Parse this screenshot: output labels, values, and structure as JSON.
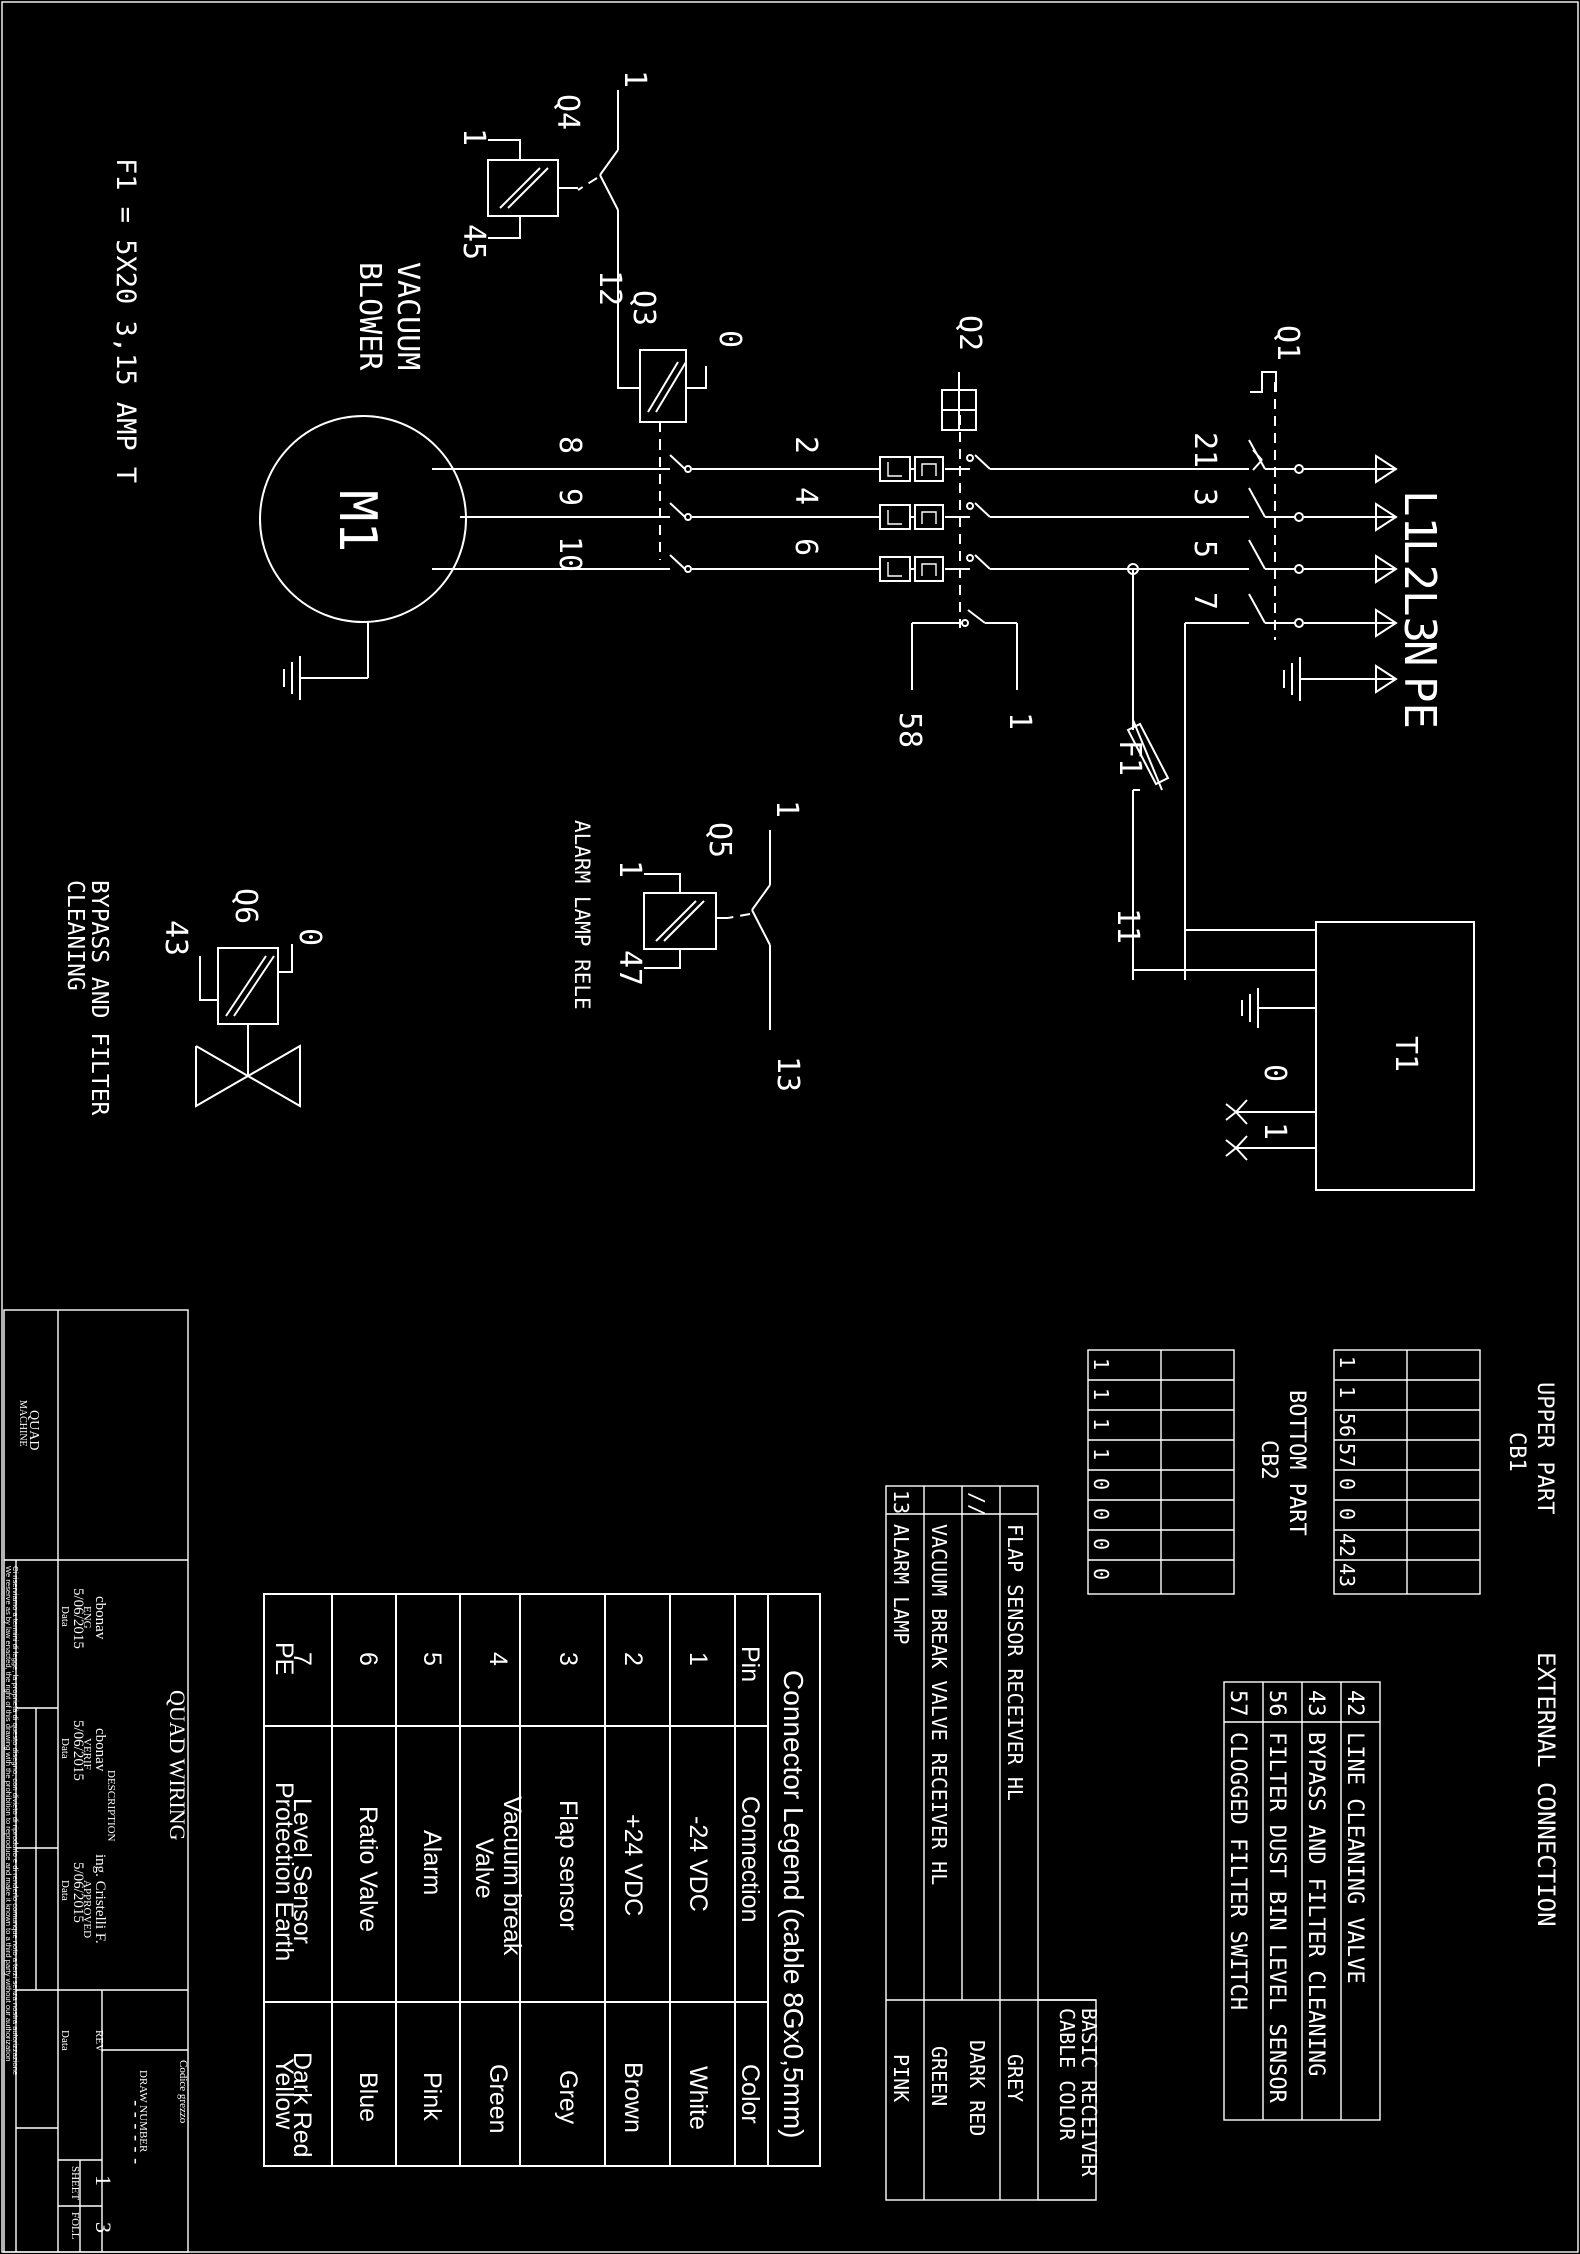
{
  "schematic": {
    "supply_terminals": [
      "L1",
      "L2",
      "L3",
      "N",
      "PE"
    ],
    "line_wires": [
      "21",
      "3",
      "5",
      "7"
    ],
    "breakers": {
      "q1": "Q1",
      "q2": "Q2",
      "q3": "Q3",
      "q4": "Q4",
      "q5": "Q5",
      "q6": "Q6"
    },
    "q2_outputs": [
      "2",
      "4",
      "6"
    ],
    "motor_wires": [
      "8",
      "9",
      "10"
    ],
    "q2_aux": {
      "a": "1",
      "b": "58"
    },
    "q3_coil": "0",
    "q4": {
      "top": "1",
      "coil_a": "1",
      "coil_b": "45",
      "wire": "12"
    },
    "fuse": "F1",
    "fuse_note": "F1 = 5X20 3,15 AMP T",
    "wire_11": "11",
    "transformer": "T1",
    "transformer_out": [
      "0",
      "1"
    ],
    "motor": "M1",
    "motor_label": [
      "VACUUM",
      "BLOWER"
    ],
    "q5": {
      "top": "1",
      "coil_a": "1",
      "coil_b": "47",
      "out": "13",
      "label": "ALARM LAMP RELE"
    },
    "q6": {
      "coil_a": "0",
      "coil_b": "43",
      "label": [
        "BYPASS AND FILTER",
        "CLEANING"
      ]
    }
  },
  "external_connection": {
    "title": "EXTERNAL CONNECTION",
    "rows": [
      {
        "num": "42",
        "desc": "LINE CLEANING VALVE"
      },
      {
        "num": "43",
        "desc": "BYPASS AND FILTER CLEANING"
      },
      {
        "num": "56",
        "desc": "FILTER DUST BIN LEVEL SENSOR"
      },
      {
        "num": "57",
        "desc": "CLOGGED FILTER SWITCH"
      }
    ]
  },
  "cb1": {
    "title": [
      "UPPER PART",
      "CB1"
    ],
    "values": [
      "1",
      "1",
      "56",
      "57",
      "0",
      "0",
      "42",
      "43"
    ]
  },
  "cb2": {
    "title": [
      "BOTTOM PART",
      "CB2"
    ],
    "values": [
      "1",
      "1",
      "1",
      "1",
      "0",
      "0",
      "0",
      "0"
    ]
  },
  "receiver": {
    "header": [
      "BASIC RECEIVER",
      "CABLE COLOR"
    ],
    "rows": [
      {
        "num": "",
        "desc": "FLAP SENSOR RECEIVER HL",
        "color": "GREY"
      },
      {
        "num": "//",
        "desc": "",
        "color": "DARK RED"
      },
      {
        "num": "",
        "desc": "VACUUM BREAK VALVE RECEIVER HL",
        "color": "GREEN"
      },
      {
        "num": "13",
        "desc": "ALARM LAMP",
        "color": "PINK"
      }
    ]
  },
  "connector_legend": {
    "title": "Connector Legend (cable 8Gx0,5mm)",
    "headers": [
      "Pin",
      "Connection",
      "Color"
    ],
    "rows": [
      {
        "pin": "1",
        "conn": "-24 VDC",
        "color": "White"
      },
      {
        "pin": "2",
        "conn": "+24 VDC",
        "color": "Brown"
      },
      {
        "pin": "3",
        "conn": "Flap sensor",
        "color": "Grey"
      },
      {
        "pin": "4",
        "conn": "Vacuum break Valve",
        "color": "Green"
      },
      {
        "pin": "5",
        "conn": "Alarm",
        "color": "Pink"
      },
      {
        "pin": "6",
        "conn": "Ratio Valve",
        "color": "Blue"
      },
      {
        "pin": "7",
        "conn": "Level Sensor",
        "color": "Dark Red"
      },
      {
        "pin": "PE",
        "conn": "Protection Earth",
        "color": "Yellow"
      }
    ]
  },
  "title_block": {
    "company": [
      "QUAD",
      "MACHINE"
    ],
    "title": "QUAD WIRING",
    "description_label": "DESCRIPTION",
    "drawn": {
      "name": "cbonav",
      "role": "ENG",
      "date": "5/06/2015",
      "date_label": "Data"
    },
    "verified": {
      "name": "cbonav",
      "role": "VERIF",
      "date": "5/06/2015",
      "date_label": "Data"
    },
    "approved": {
      "name": "ing. Cristelli F.",
      "role": "APPROVED",
      "date": "5/06/2015",
      "date_label": "Data"
    },
    "rev_label": "REV",
    "rev_date_label": "Data",
    "code_label": "Codice grezzo",
    "drawing_number_label": "DRAW NUMBER",
    "drawing_number": "- - - - - -",
    "sheet_label": "SHEET",
    "sheet": "1",
    "of_label": "FOLL",
    "of": "3",
    "disclaimer_1": "Ci riserviamo a termini di legge, la proprietà di questo disegno, con divieto di riprodurlo e di renderlo comunque noto a terzi senza nostra autorizzazione",
    "disclaimer_2": "We reserve as by law enacted, the right of this drawing with the prohibition to reproduce and make it known to a third party without our authorization"
  }
}
